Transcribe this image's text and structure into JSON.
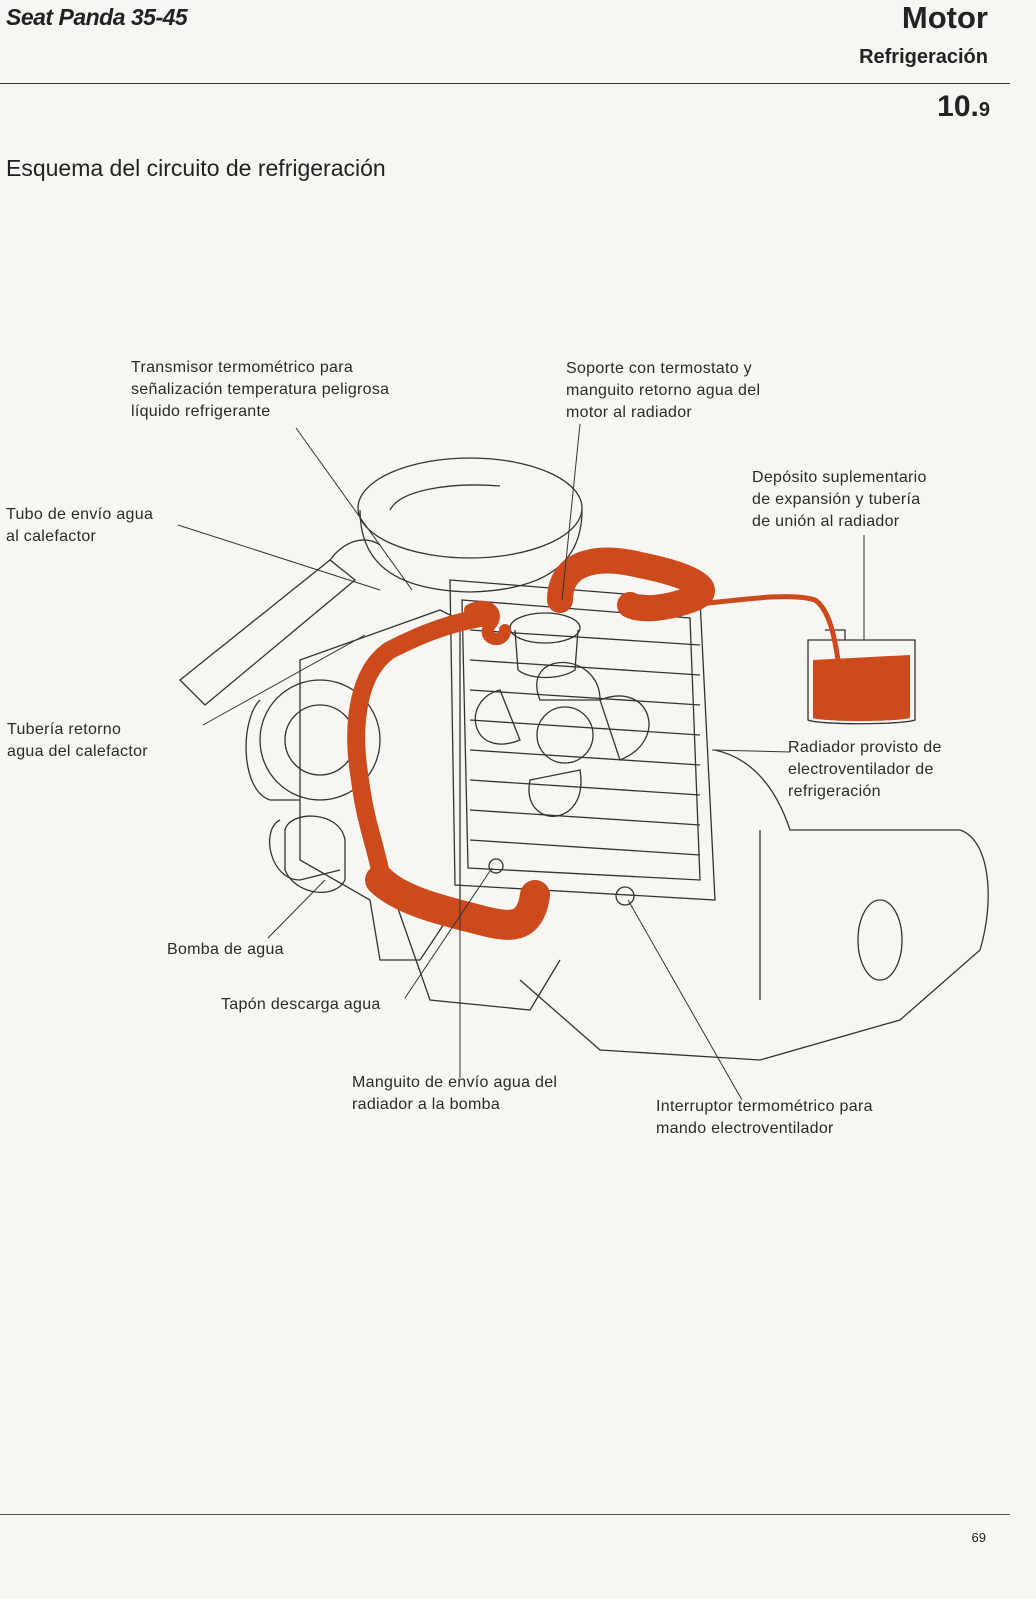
{
  "header": {
    "book_title": "Seat Panda 35-45",
    "chapter": "Motor",
    "subchapter": "Refrigeración",
    "section_main": "10.",
    "section_sub": "9"
  },
  "diagram": {
    "title": "Esquema del circuito de refrigeración",
    "labels": {
      "transmisor": "Transmisor termométrico para\nseñalización temperatura peligrosa\nlíquido refrigerante",
      "soporte": "Soporte con termostato y\nmanguito retorno agua del\nmotor al radiador",
      "deposito": "Depósito suplementario\nde expansión y tubería\nde unión al radiador",
      "tubo_envio": "Tubo de envío agua\nal calefactor",
      "tuberia_retorno": "Tubería retorno\nagua del calefactor",
      "radiador": "Radiador provisto de\nelectroventilador de\nrefrigeración",
      "bomba": "Bomba de agua",
      "tapon": "Tapón descarga agua",
      "manguito": "Manguito de envío agua del\nradiador a la bomba",
      "interruptor": "Interruptor termométrico para\nmando electroventilador"
    },
    "colors": {
      "coolant": "#cc4a1c",
      "line": "#333333"
    }
  },
  "footer": {
    "page_number": "69"
  }
}
